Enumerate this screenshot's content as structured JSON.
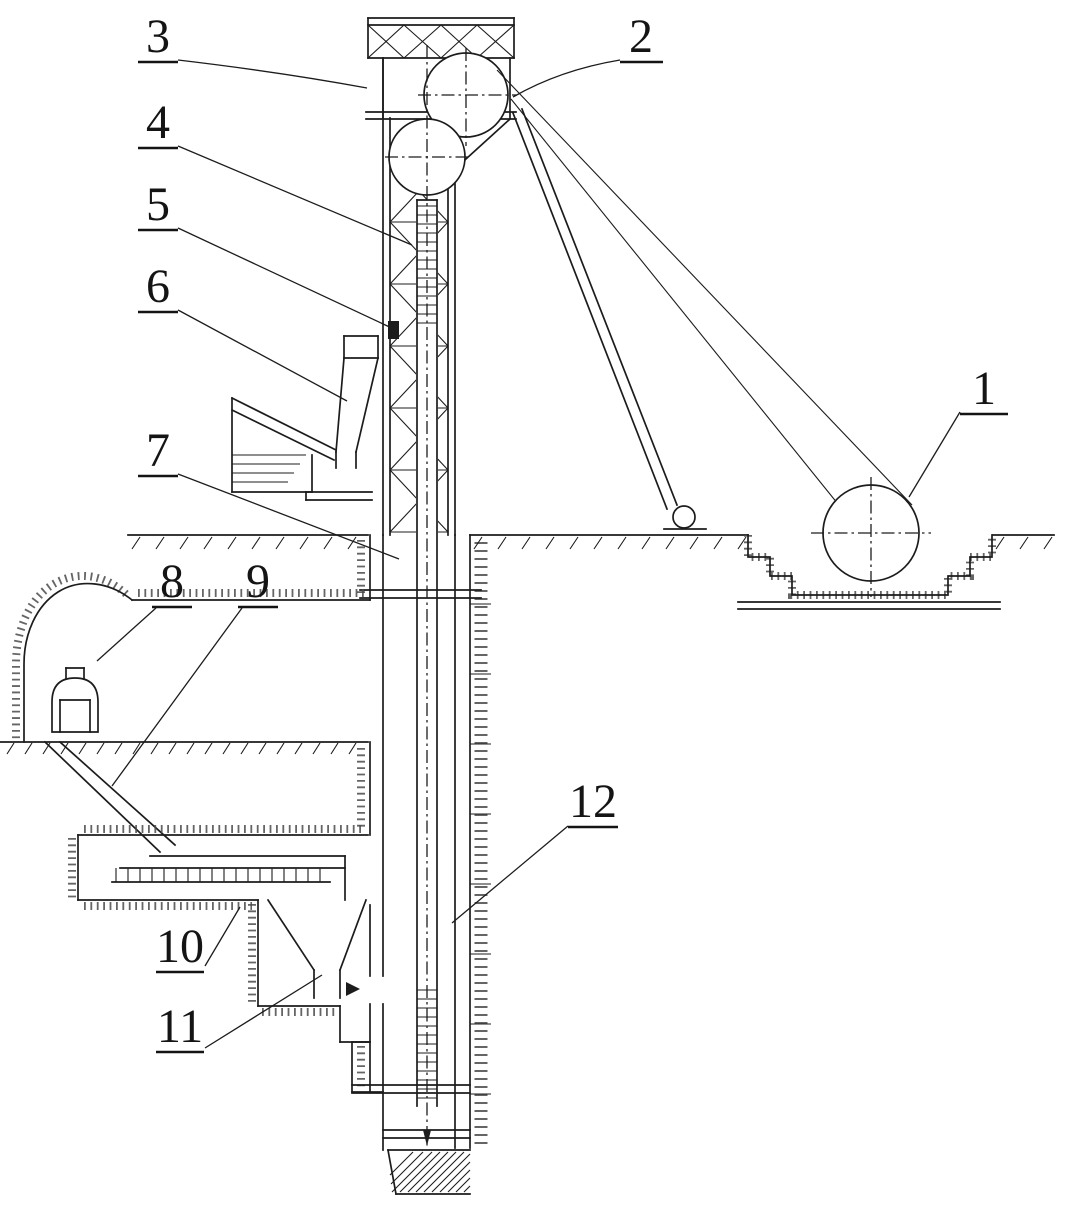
{
  "figure": {
    "kind": "mine-shaft-hoisting-diagram",
    "labels": [
      "1",
      "2",
      "3",
      "4",
      "5",
      "6",
      "7",
      "8",
      "9",
      "10",
      "11",
      "12"
    ],
    "colors": {
      "ink": "#1c1c1c",
      "background": "#ffffff",
      "stipple": "#4a4a4a"
    }
  },
  "labels": [
    "1",
    "2",
    "3",
    "4",
    "5",
    "6",
    "7",
    "8",
    "9",
    "10",
    "11",
    "12"
  ]
}
